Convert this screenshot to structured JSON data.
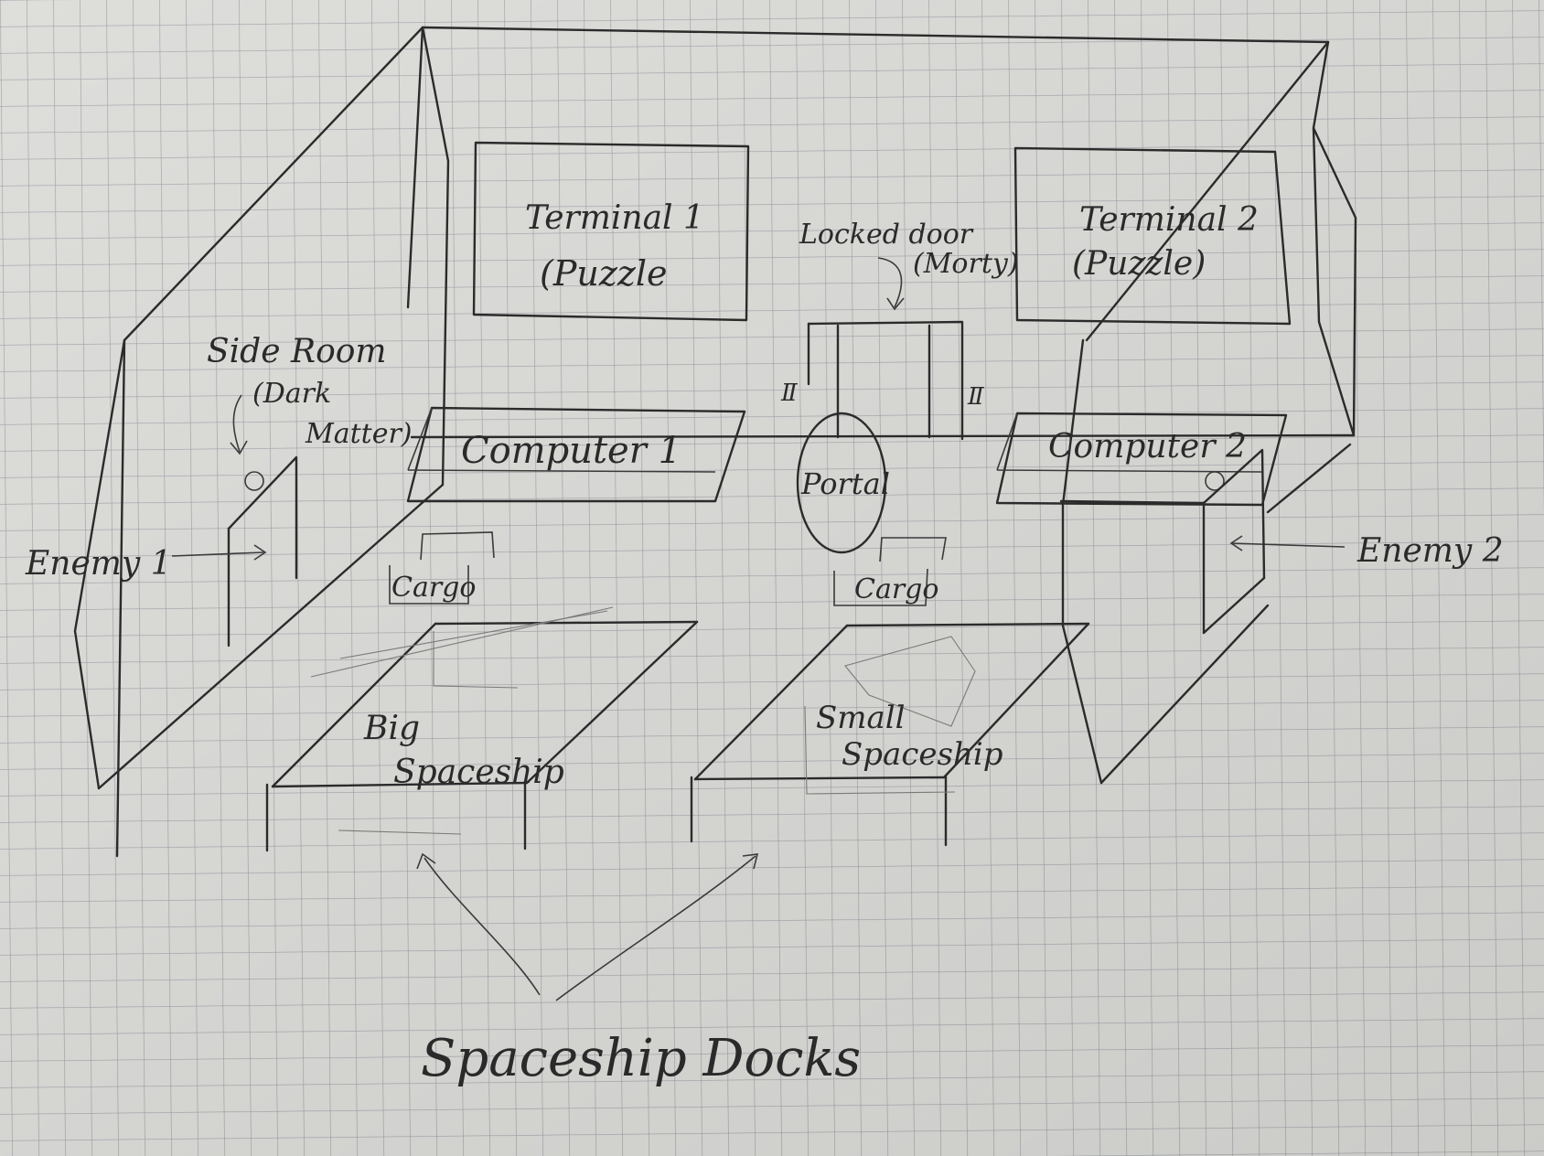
{
  "labels": {
    "terminal1": "Terminal 1",
    "terminal1_sub": "(Puzzle",
    "terminal2": "Terminal 2",
    "terminal2_sub": "(Puzzle)",
    "locked_door": "Locked door",
    "locked_door_sub": "(Morty)",
    "side_room": "Side Room",
    "side_room_sub1": "(Dark",
    "side_room_sub2": "Matter)",
    "computer1": "Computer 1",
    "computer2": "Computer 2",
    "portal": "Portal",
    "enemy1": "Enemy 1",
    "enemy2": "Enemy 2",
    "cargo1": "Cargo",
    "cargo2": "Cargo",
    "big_spaceship1": "Big",
    "big_spaceship2": "Spaceship",
    "small_spaceship1": "Small",
    "small_spaceship2": "Spaceship",
    "docks": "Spaceship Docks",
    "door_mark_left": "Ⅱ",
    "door_mark_right": "Ⅱ"
  },
  "colors": {
    "paper": "#e9e9e6",
    "grid": "#a9adb3",
    "ink": "#2b2b2b"
  }
}
